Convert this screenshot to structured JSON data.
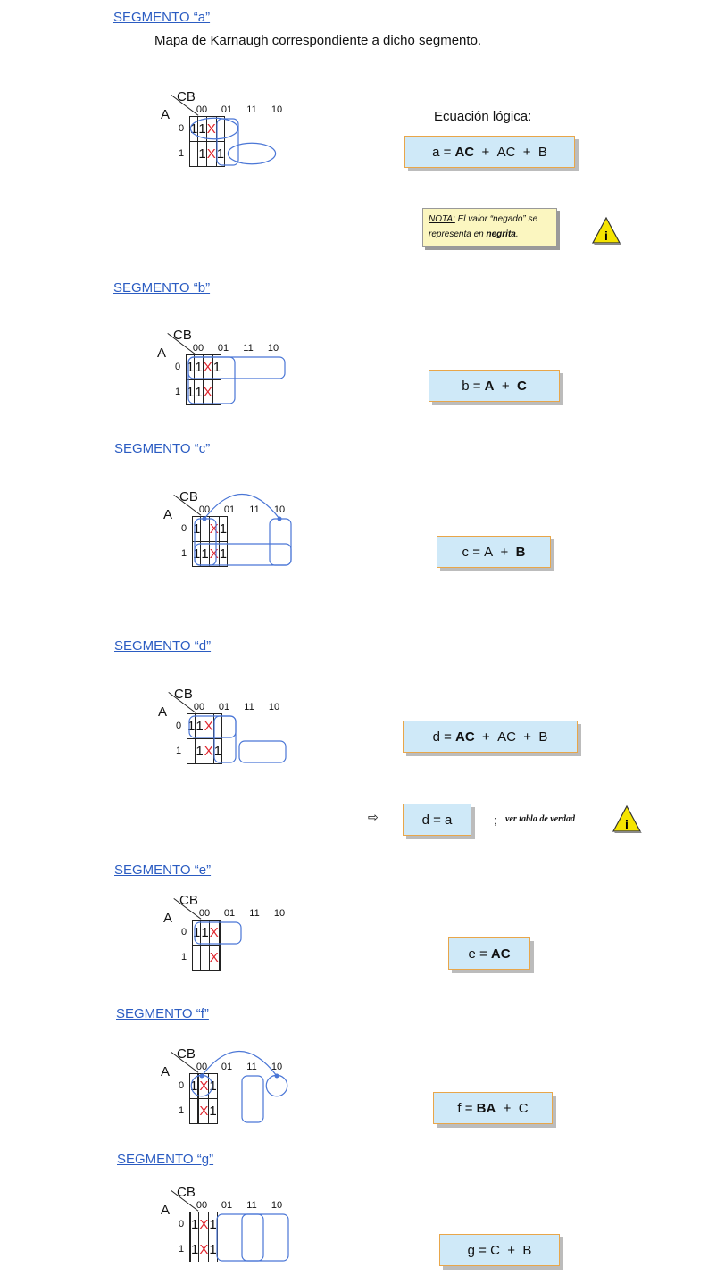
{
  "intro": "Mapa de Karnaugh correspondiente a dicho segmento.",
  "kmap_labels": {
    "cb": "CB",
    "a": "A",
    "cols": [
      "00",
      "01",
      "11",
      "10"
    ],
    "rows": [
      "0",
      "1"
    ]
  },
  "segments": [
    {
      "title": "SEGMENTO “a”",
      "cells": [
        [
          "1",
          "1",
          "X",
          ""
        ],
        [
          "",
          "1",
          "X",
          "1"
        ]
      ]
    },
    {
      "title": "SEGMENTO “b”",
      "cells": [
        [
          "1",
          "1",
          "X",
          "1"
        ],
        [
          "1",
          "1",
          "X",
          ""
        ]
      ]
    },
    {
      "title": "SEGMENTO “c”",
      "cells": [
        [
          "1",
          "",
          "X",
          "1"
        ],
        [
          "1",
          "1",
          "X",
          "1"
        ]
      ]
    },
    {
      "title": "SEGMENTO “d”",
      "cells": [
        [
          "1",
          "1",
          "X",
          ""
        ],
        [
          "",
          "1",
          "X",
          "1"
        ]
      ]
    },
    {
      "title": "SEGMENTO “e”",
      "cells": [
        [
          "1",
          "1",
          "X",
          ""
        ],
        [
          "",
          "",
          "X",
          ""
        ]
      ]
    },
    {
      "title": "SEGMENTO “f”",
      "cells": [
        [
          "1",
          "",
          "X",
          "1"
        ],
        [
          "",
          "",
          "X",
          "1"
        ]
      ]
    },
    {
      "title": "SEGMENTO “g”",
      "cells": [
        [
          "",
          "1",
          "X",
          "1"
        ],
        [
          "",
          "1",
          "X",
          "1"
        ]
      ]
    }
  ],
  "equations": {
    "label": "Ecuación lógica:",
    "a": {
      "lhs": "a",
      "t1": "AC",
      "t2": "AC",
      "t3": "B"
    },
    "b": {
      "lhs": "b",
      "t1": "A",
      "t2": "C"
    },
    "c": {
      "lhs": "c",
      "t1": "A",
      "t2": "B"
    },
    "d": {
      "lhs": "d",
      "t1": "AC",
      "t2": "AC",
      "t3": "B"
    },
    "d_alt": {
      "lhs": "d",
      "rhs": "a"
    },
    "e": {
      "lhs": "e",
      "t1": "AC"
    },
    "f": {
      "lhs": "f",
      "t1": "BA",
      "t2": "C"
    },
    "g": {
      "lhs": "g",
      "t1": "C",
      "t2": "B"
    }
  },
  "note": {
    "prefix": "NOTA:",
    "text": " El valor “negado” se representa  en ",
    "bold": "negrita",
    "end": "."
  },
  "truth_table_ref": "ver tabla de verdad",
  "semicolon": ";",
  "arrow": "⇨",
  "info_icon_letter": "i",
  "colors": {
    "link": "#2b5cc2",
    "x": "#e0262e",
    "group": "#4a76d6",
    "box_fill": "#cfe9f8",
    "box_border": "#e8a64a",
    "note_fill": "#fbf6c0",
    "warn_fill": "#f5e400"
  }
}
